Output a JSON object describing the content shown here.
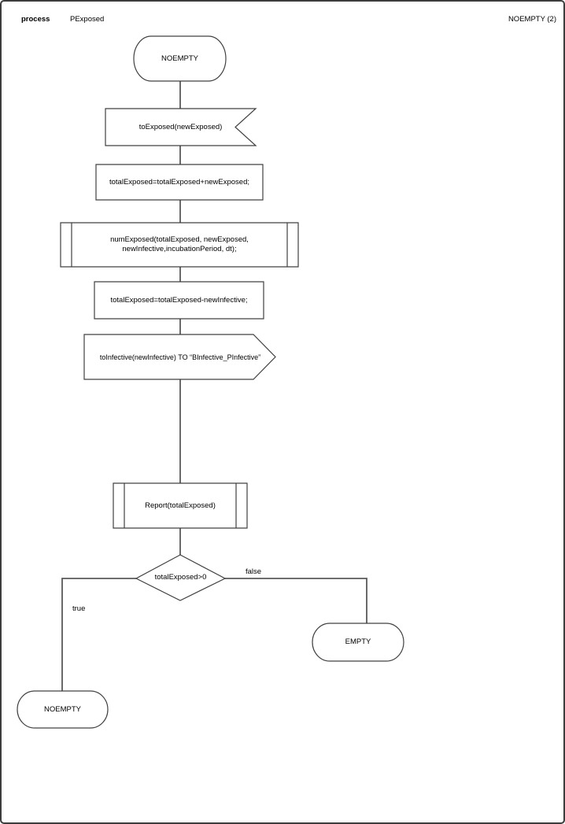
{
  "header": {
    "kind_label": "process",
    "process_name": "PExposed",
    "page_label": "NOEMPTY (2)"
  },
  "diagram": {
    "nodes": [
      {
        "id": "start-state",
        "type": "state",
        "label": "NOEMPTY"
      },
      {
        "id": "input-signal",
        "type": "input",
        "label": "toExposed(newExposed)"
      },
      {
        "id": "task-add",
        "type": "task",
        "label": "totalExposed=totalExposed+newExposed;"
      },
      {
        "id": "proc-num",
        "type": "procedure-call",
        "label_line1": "numExposed(totalExposed, newExposed,",
        "label_line2": "newInfective,incubationPeriod, dt);"
      },
      {
        "id": "task-sub",
        "type": "task",
        "label": "totalExposed=totalExposed-newInfective;"
      },
      {
        "id": "output-signal",
        "type": "output",
        "label": "toInfective(newInfective) TO “BInfective_PInfective”"
      },
      {
        "id": "proc-report",
        "type": "procedure-call",
        "label": "Report(totalExposed)"
      },
      {
        "id": "decision",
        "type": "decision",
        "label": "totalExposed>0"
      },
      {
        "id": "state-empty",
        "type": "state",
        "label": "EMPTY"
      },
      {
        "id": "state-noempty",
        "type": "state",
        "label": "NOEMPTY"
      }
    ],
    "edges": {
      "true_label": "true",
      "false_label": "false"
    },
    "colors": {
      "outline": "#404040",
      "connector": "#595959",
      "background": "#ffffff"
    }
  }
}
